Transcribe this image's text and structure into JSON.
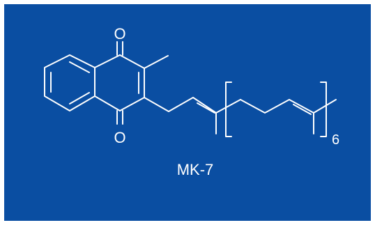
{
  "colors": {
    "panel": "#0a4ea2",
    "ink": "#ffffff",
    "page": "#ffffff"
  },
  "atoms": {
    "oxygen_top": "O",
    "oxygen_bottom": "O"
  },
  "repeat_count": "6",
  "compound_name": "MK-7"
}
